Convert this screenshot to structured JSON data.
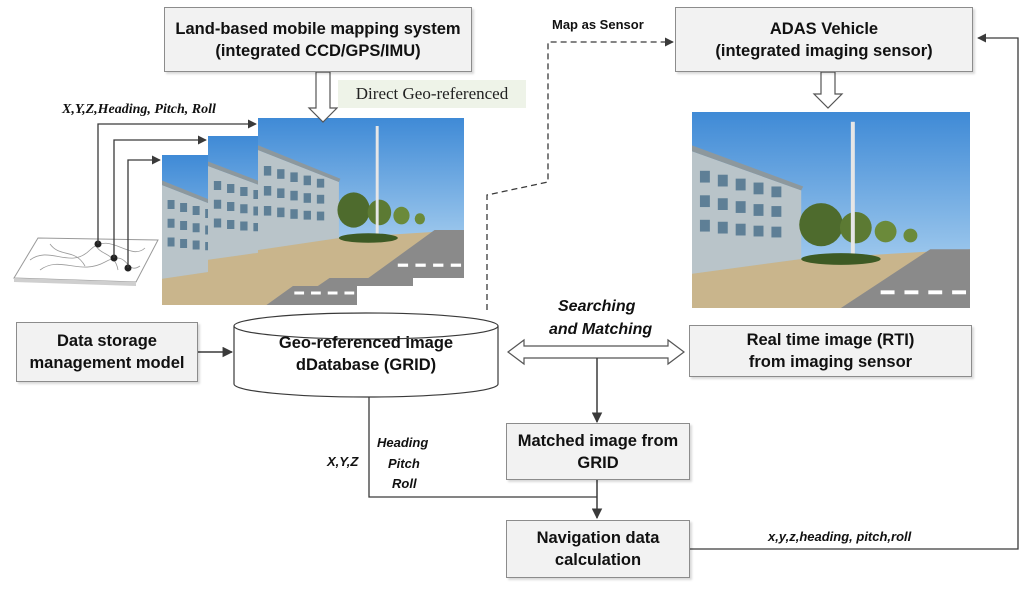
{
  "boxes": {
    "mms": {
      "line1": "Land-based mobile mapping system",
      "line2": "(integrated CCD/GPS/IMU)"
    },
    "adas": {
      "line1": "ADAS Vehicle",
      "line2": "(integrated imaging sensor)"
    },
    "storage": {
      "line1": "Data storage",
      "line2": "management model"
    },
    "database": {
      "line1": "Geo-referenced image",
      "line2": "dDatabase (GRID)"
    },
    "rti": {
      "line1": "Real time image  (RTI)",
      "line2": "from imaging sensor"
    },
    "matched": {
      "line1": "Matched image from",
      "line2": "GRID"
    },
    "nav": {
      "line1": "Navigation data",
      "line2": "calculation"
    }
  },
  "labels": {
    "map_as_sensor": "Map as Sensor",
    "direct_georef": "Direct Geo-referenced",
    "xyz_hpr": "X,Y,Z,Heading, Pitch, Roll",
    "searching": "Searching",
    "and_matching": "and Matching",
    "xyz": "X,Y,Z",
    "heading": "Heading",
    "pitch": "Pitch",
    "roll": "Roll",
    "output": "x,y,z,heading, pitch,roll"
  },
  "colors": {
    "box_fill": "#f2f2f2",
    "box_border": "#8c8c8c",
    "line": "#3a3a3a",
    "sky": "#5aa0dc",
    "building": "#b9c4c9",
    "tree": "#4e6b2d",
    "road": "#8a8a8a"
  },
  "icons": {
    "map": "map-sheet-icon",
    "street_photo": "street-photo-icon"
  }
}
